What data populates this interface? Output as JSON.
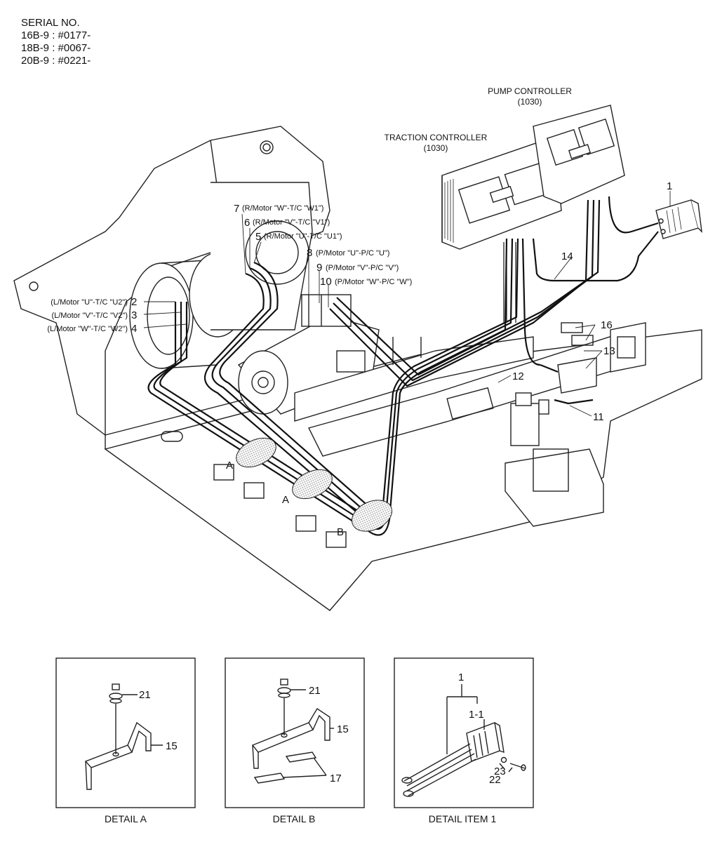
{
  "serial": {
    "heading": "SERIAL NO.",
    "lines": [
      "16B-9 : #0177-",
      "18B-9 : #0067-",
      "20B-9 : #0221-"
    ]
  },
  "controllers": {
    "pump": {
      "name": "PUMP CONTROLLER",
      "code": "(1030)"
    },
    "traction": {
      "name": "TRACTION CONTROLLER",
      "code": "(1030)"
    }
  },
  "callouts": {
    "c1": "1",
    "c2": "2",
    "c3": "3",
    "c4": "4",
    "c5": "5",
    "c6": "6",
    "c7": "7",
    "c8": "8",
    "c9": "9",
    "c10": "10",
    "c11": "11",
    "c12": "12",
    "c13": "13",
    "c14": "14",
    "c16": "16"
  },
  "cable_labels": {
    "c2": "(L/Motor \"U\"-T/C \"U2\")",
    "c3": "(L/Motor \"V\"-T/C \"V2\")",
    "c4": "(L/Motor \"W\"-T/C \"W2\")",
    "c5": "(R/Motor \"U\"-T/C \"U1\")",
    "c6": "(R/Motor \"V\"-T/C \"V1\")",
    "c7": "(R/Motor \"W\"-T/C \"W1\")",
    "c8": "(P/Motor \"U\"-P/C \"U\")",
    "c9": "(P/Motor \"V\"-P/C \"V\")",
    "c10": "(P/Motor \"W\"-P/C \"W\")"
  },
  "clamp_markers": {
    "a1": "A",
    "a2": "A",
    "b": "B"
  },
  "details": {
    "a": {
      "caption": "DETAIL A",
      "bolt": "21",
      "clamp": "15"
    },
    "b": {
      "caption": "DETAIL B",
      "bolt": "21",
      "clamp": "15",
      "pad": "17"
    },
    "item1": {
      "caption": "DETAIL ITEM 1",
      "assy": "1",
      "connector": "1-1",
      "washer": "23",
      "screw": "22"
    }
  }
}
